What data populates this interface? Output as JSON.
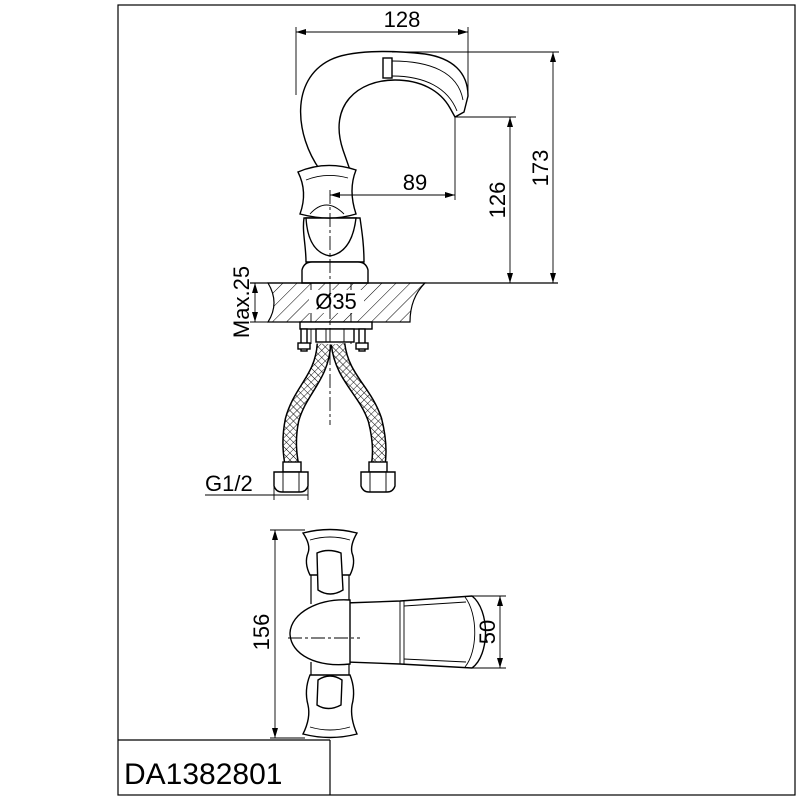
{
  "colors": {
    "line": "#000000",
    "background": "#ffffff"
  },
  "title_block": {
    "part_number": "DA1382801"
  },
  "dimensions": {
    "spout_reach": "128",
    "total_height": "173",
    "spout_offset": "89",
    "outlet_height": "126",
    "counter_thickness": "Max.25",
    "hole_diameter": "Ø35",
    "thread": "G1/2",
    "handle_span": "156",
    "spout_width": "50"
  }
}
